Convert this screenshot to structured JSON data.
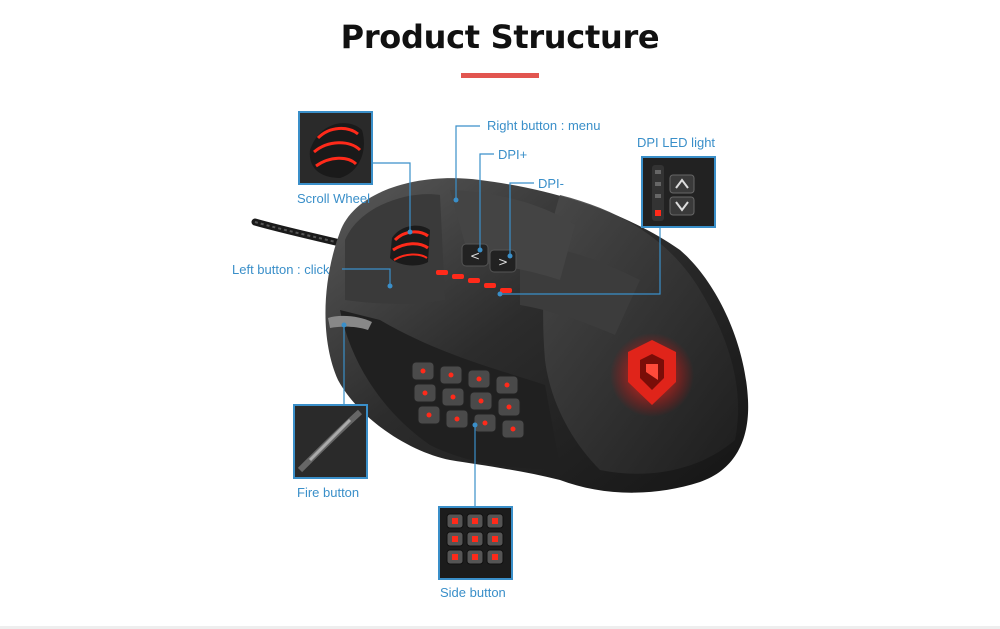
{
  "title": "Product Structure",
  "accent_color": "#e2554f",
  "label_color": "#3a8fc9",
  "labels": {
    "scroll_wheel": "Scroll Wheel",
    "right_button": "Right button : menu",
    "dpi_plus": "DPI+",
    "dpi_minus": "DPI-",
    "dpi_led": "DPI LED light",
    "left_button": "Left button : click",
    "fire_button": "Fire button",
    "side_button": "Side button"
  }
}
